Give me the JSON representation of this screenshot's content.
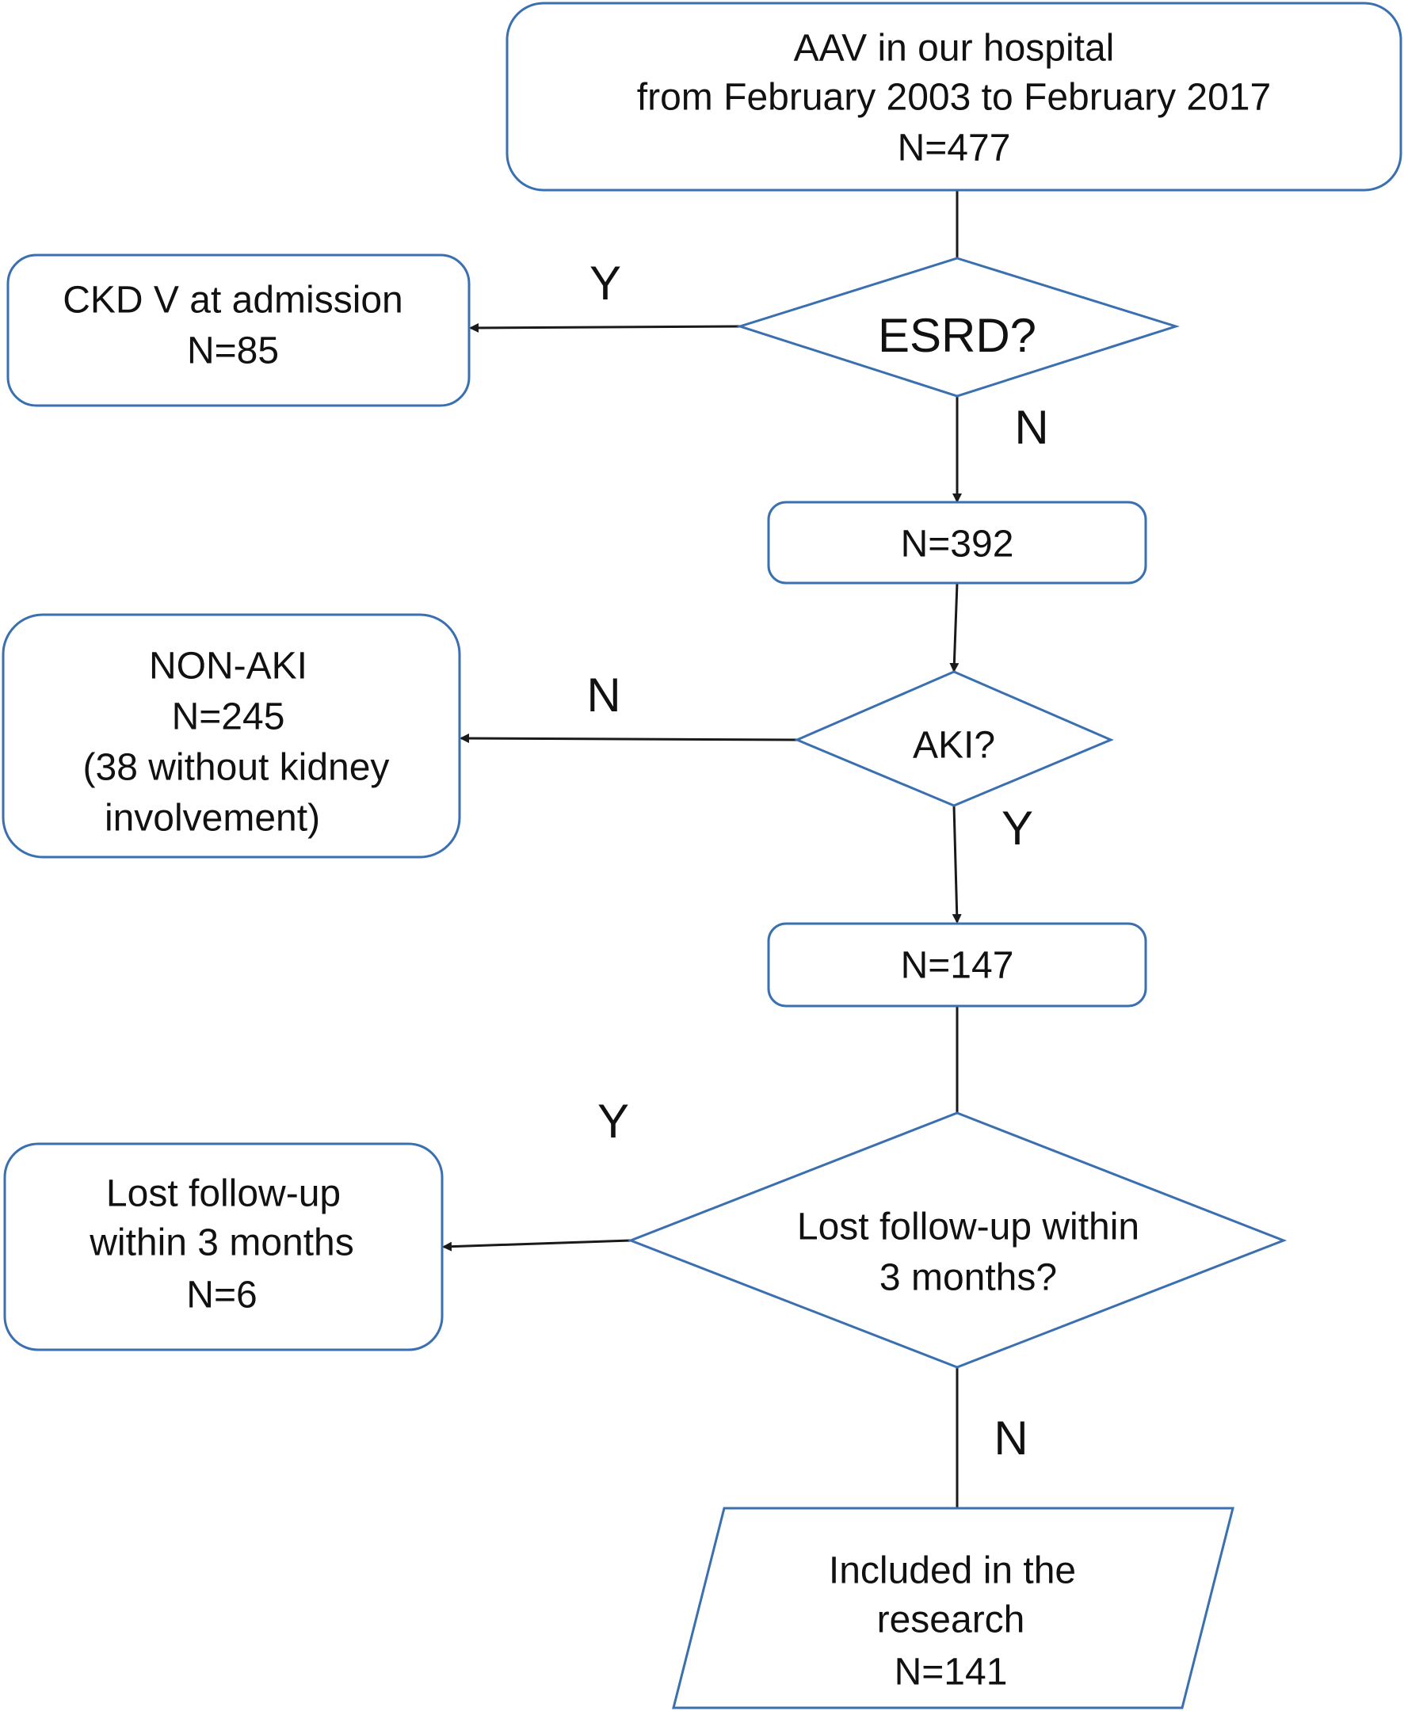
{
  "colors": {
    "box_stroke": "#3a6fb0",
    "line": "#1a1a1a",
    "text": "#111111"
  },
  "start": {
    "line1": "AAV in our hospital",
    "line2": "from February 2003 to February 2017",
    "line3": "N=477"
  },
  "esrd_decision": {
    "label": "ESRD?",
    "yes": "Y",
    "no": "N"
  },
  "ckd_box": {
    "line1": "CKD V at admission",
    "line2": "N=85"
  },
  "n392": {
    "label": "N=392"
  },
  "aki_decision": {
    "label": "AKI?",
    "no": "N",
    "yes": "Y"
  },
  "non_aki_box": {
    "line1": "NON-AKI",
    "line2": "N=245",
    "line3": "(38 without kidney",
    "line4": "involvement)"
  },
  "n147": {
    "label": "N=147"
  },
  "lost_decision": {
    "line1": "Lost follow-up within",
    "line2": "3 months?",
    "yes": "Y",
    "no": "N"
  },
  "lost_box": {
    "line1": "Lost follow-up",
    "line2": "within 3 months",
    "line3": "N=6"
  },
  "included": {
    "line1": "Included in the",
    "line2": "research",
    "line3": "N=141"
  }
}
